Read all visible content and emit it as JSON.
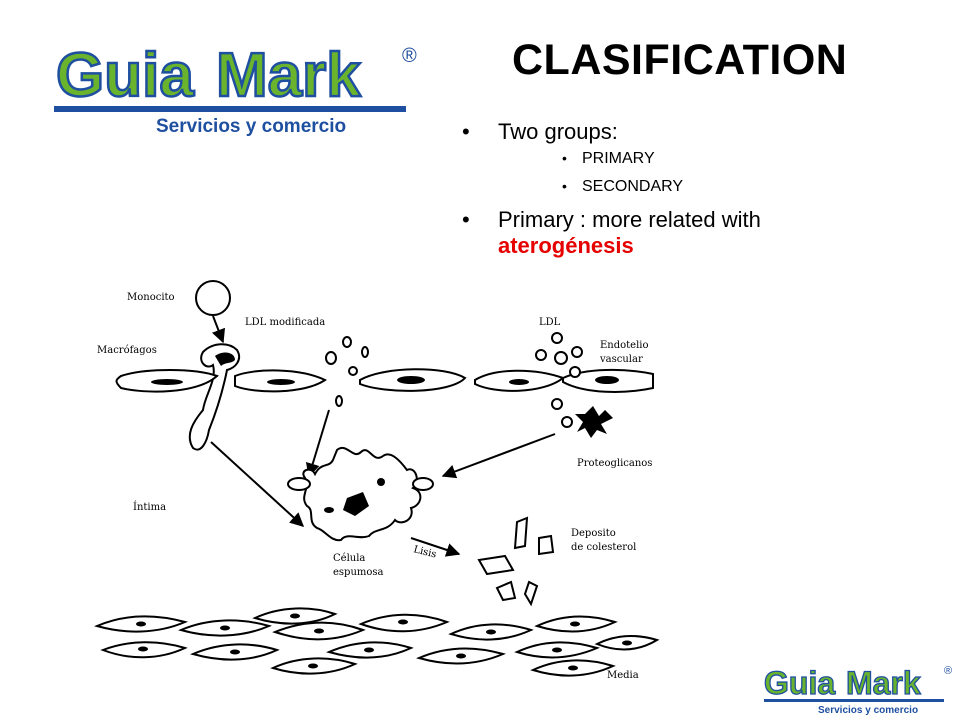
{
  "logo": {
    "name_part1": "Guia",
    "name_part2": "Mark",
    "registered": "®",
    "tagline": "Servicios y comercio",
    "colors": {
      "green": "#6ab42d",
      "blue": "#1e4fa0"
    }
  },
  "slide": {
    "title": "CLASIFICATION",
    "bullets": {
      "item1": "Two groups:",
      "sub1": "PRIMARY",
      "sub2": "SECONDARY",
      "item2_line1": "Primary : more related with",
      "item2_highlight": "aterogénesis"
    },
    "bullet_glyph": "•",
    "highlight_color": "#e60000"
  },
  "diagram": {
    "labels": {
      "monocito": "Monocito",
      "ldl_modificada": "LDL modificada",
      "ldl": "LDL",
      "endotelio_1": "Endotelio",
      "endotelio_2": "vascular",
      "macrofagos": "Macrófagos",
      "proteoglicanos": "Proteoglicanos",
      "intima": "Íntima",
      "deposito_1": "Deposito",
      "deposito_2": "de colesterol",
      "celula_1": "Célula",
      "celula_2": "espumosa",
      "lisis": "Lisis",
      "media": "Media"
    }
  }
}
